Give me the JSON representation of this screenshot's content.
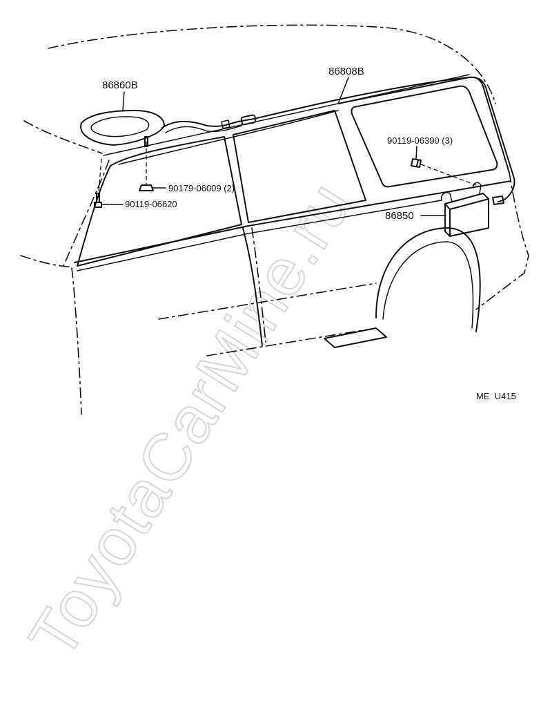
{
  "diagram": {
    "watermark": "ToyotaCarMine.ru",
    "ref_code": "ME  U415",
    "parts": [
      {
        "id": "antenna-base",
        "number": "86860B"
      },
      {
        "id": "antenna-cord",
        "number": "86808B"
      },
      {
        "id": "screw-right",
        "number": "90119-06390 (3)"
      },
      {
        "id": "nut",
        "number": "90179-06009 (2)"
      },
      {
        "id": "screw-left",
        "number": "90119-06620"
      },
      {
        "id": "amplifier",
        "number": "86850"
      }
    ]
  }
}
